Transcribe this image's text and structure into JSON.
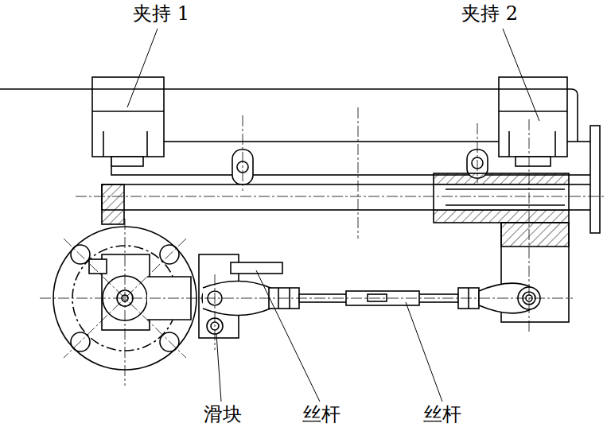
{
  "diagram": {
    "labels": [
      "夹持 1",
      "夹持 2",
      "滑块",
      "丝杆",
      "丝杆"
    ]
  }
}
